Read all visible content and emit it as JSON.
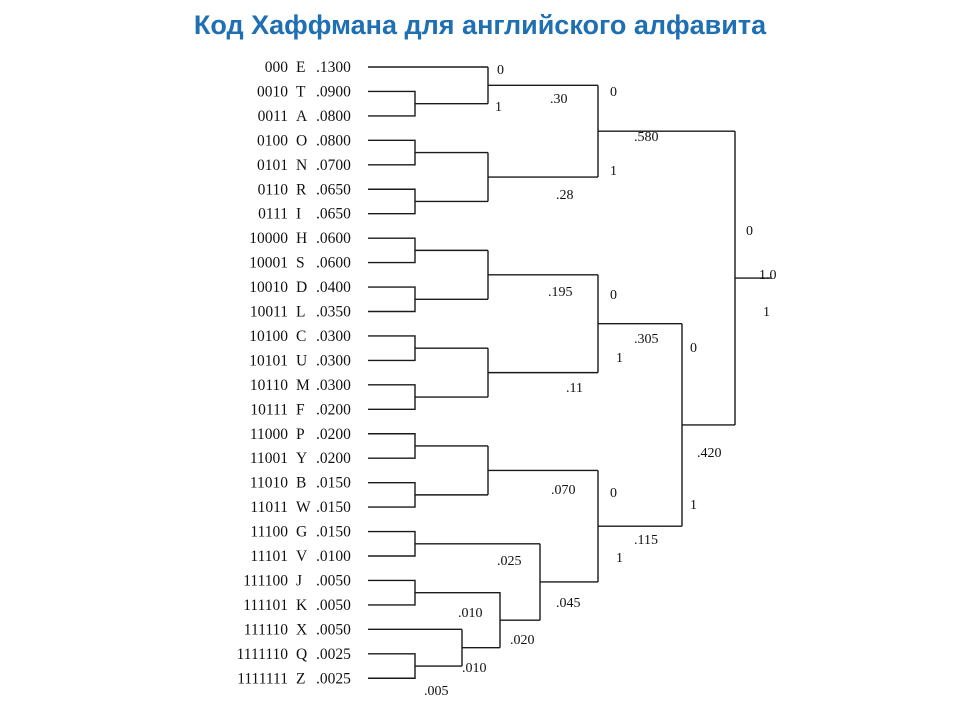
{
  "title": "Код Хаффмана для английского алфавита",
  "colors": {
    "title": "#1f6fb3",
    "lines": "#1a1a1a"
  },
  "symbols": [
    {
      "code": "000",
      "letter": "E",
      "prob": ".1300"
    },
    {
      "code": "0010",
      "letter": "T",
      "prob": ".0900"
    },
    {
      "code": "0011",
      "letter": "A",
      "prob": ".0800"
    },
    {
      "code": "0100",
      "letter": "O",
      "prob": ".0800"
    },
    {
      "code": "0101",
      "letter": "N",
      "prob": ".0700"
    },
    {
      "code": "0110",
      "letter": "R",
      "prob": ".0650"
    },
    {
      "code": "0111",
      "letter": "I",
      "prob": ".0650"
    },
    {
      "code": "10000",
      "letter": "H",
      "prob": ".0600"
    },
    {
      "code": "10001",
      "letter": "S",
      "prob": ".0600"
    },
    {
      "code": "10010",
      "letter": "D",
      "prob": ".0400"
    },
    {
      "code": "10011",
      "letter": "L",
      "prob": ".0350"
    },
    {
      "code": "10100",
      "letter": "C",
      "prob": ".0300"
    },
    {
      "code": "10101",
      "letter": "U",
      "prob": ".0300"
    },
    {
      "code": "10110",
      "letter": "M",
      "prob": ".0300"
    },
    {
      "code": "10111",
      "letter": "F",
      "prob": ".0200"
    },
    {
      "code": "11000",
      "letter": "P",
      "prob": ".0200"
    },
    {
      "code": "11001",
      "letter": "Y",
      "prob": ".0200"
    },
    {
      "code": "11010",
      "letter": "B",
      "prob": ".0150"
    },
    {
      "code": "11011",
      "letter": "W",
      "prob": ".0150"
    },
    {
      "code": "11100",
      "letter": "G",
      "prob": ".0150"
    },
    {
      "code": "11101",
      "letter": "V",
      "prob": ".0100"
    },
    {
      "code": "111100",
      "letter": "J",
      "prob": ".0050"
    },
    {
      "code": "111101",
      "letter": "K",
      "prob": ".0050"
    },
    {
      "code": "111110",
      "letter": "X",
      "prob": ".0050"
    },
    {
      "code": "1111110",
      "letter": "Q",
      "prob": ".0025"
    },
    {
      "code": "1111111",
      "letter": "Z",
      "prob": ".0025"
    }
  ],
  "node_values": [
    ".30",
    ".28",
    ".580",
    ".195",
    ".11",
    ".305",
    ".070",
    ".025",
    ".010",
    ".020",
    ".010",
    ".005",
    ".045",
    ".115",
    ".420",
    "1.0"
  ],
  "branch_digits": [
    "0",
    "1",
    "0",
    "1",
    "0",
    "1",
    "0",
    "1",
    "0",
    "1",
    "0",
    "1"
  ]
}
